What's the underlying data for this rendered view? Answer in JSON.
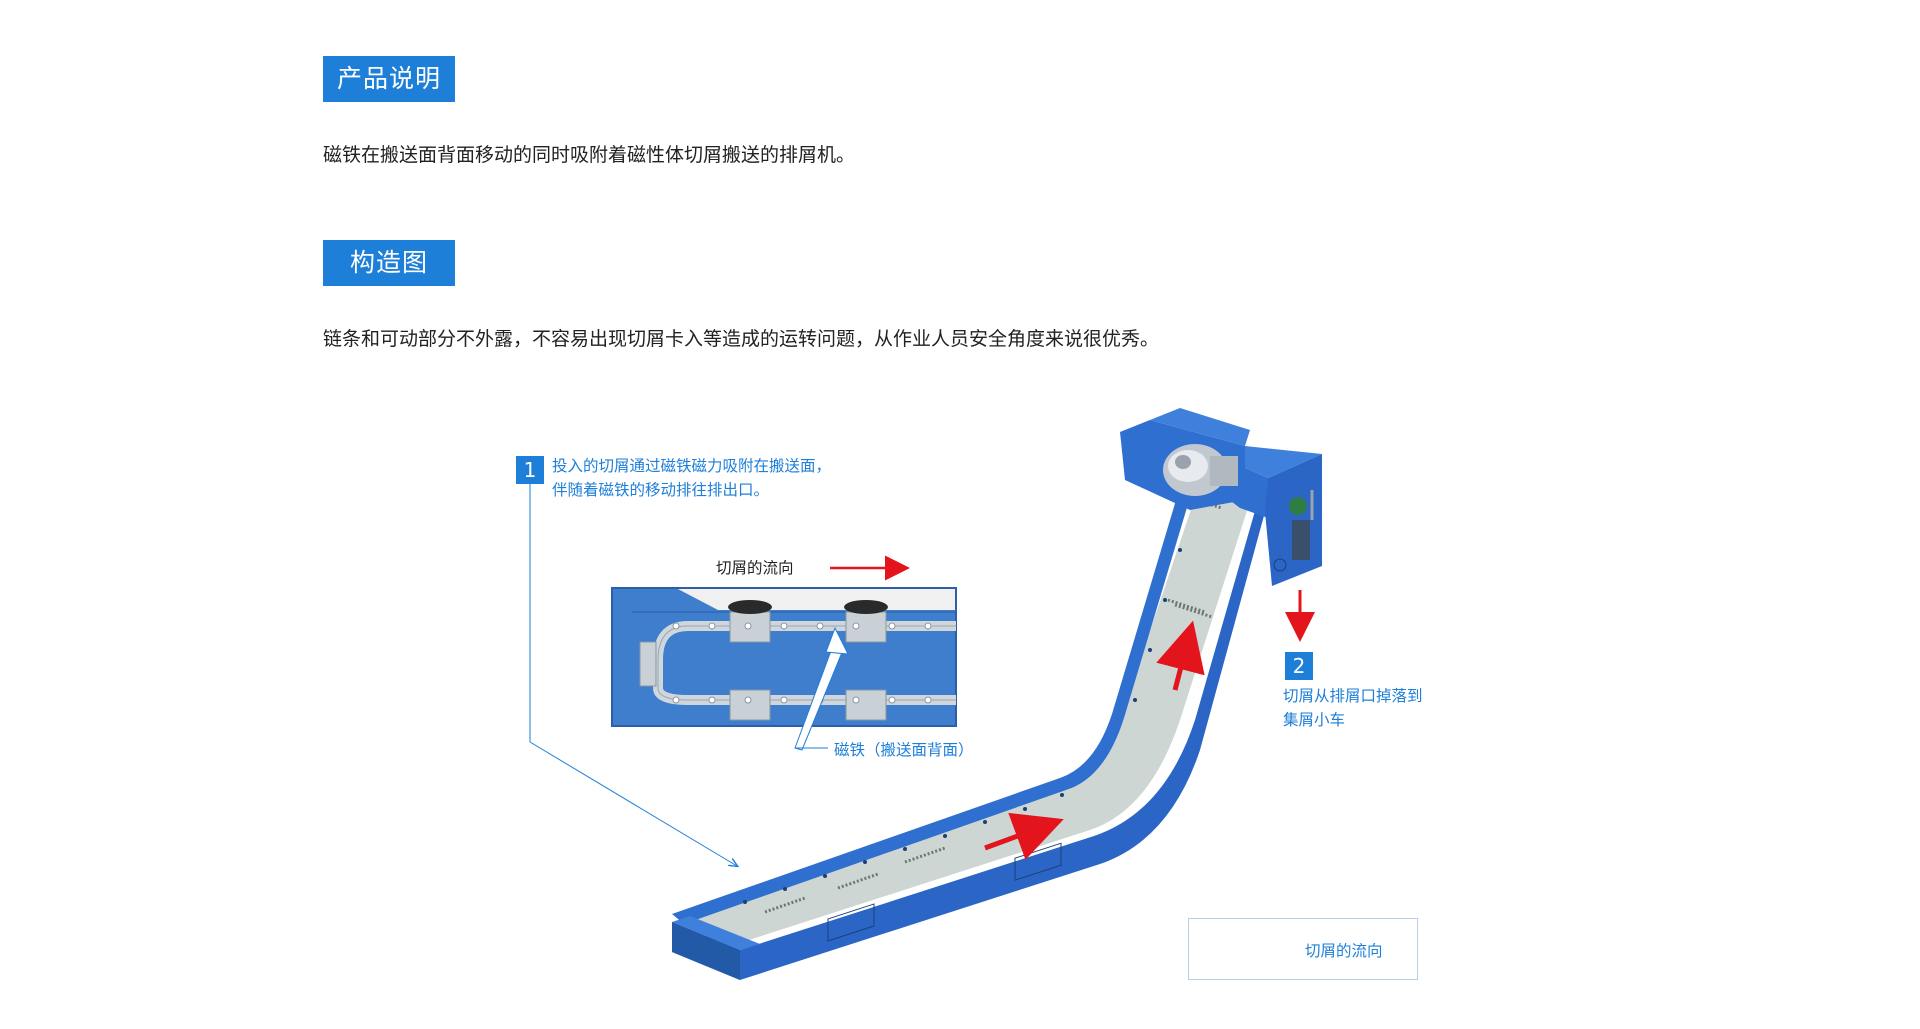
{
  "sections": [
    {
      "title": "产品说明",
      "text": "磁铁在搬送面背面移动的同时吸附着磁性体切屑搬送的排屑机。"
    },
    {
      "title": "构造图",
      "text": "链条和可动部分不外露，不容易出现切屑卡入等造成的运转问题，从作业人员安全角度来说很优秀。"
    }
  ],
  "diagram": {
    "callout1": {
      "number": "1",
      "line1": "投入的切屑通过磁铁磁力吸附在搬送面，",
      "line2": "伴随着磁铁的移动排往排出口。"
    },
    "callout2": {
      "number": "2",
      "line1": "切屑从排屑口掉落到",
      "line2": "集屑小车"
    },
    "inset": {
      "flow_label": "切屑的流向",
      "magnet_label": "磁铁（搬送面背面）"
    },
    "legend": {
      "label": "切屑的流向"
    },
    "colors": {
      "accent": "#1e7fd9",
      "arrow": "#e3141c",
      "body_blue": "#2f6fd0",
      "belt_gray": "#c9d2cf"
    }
  }
}
